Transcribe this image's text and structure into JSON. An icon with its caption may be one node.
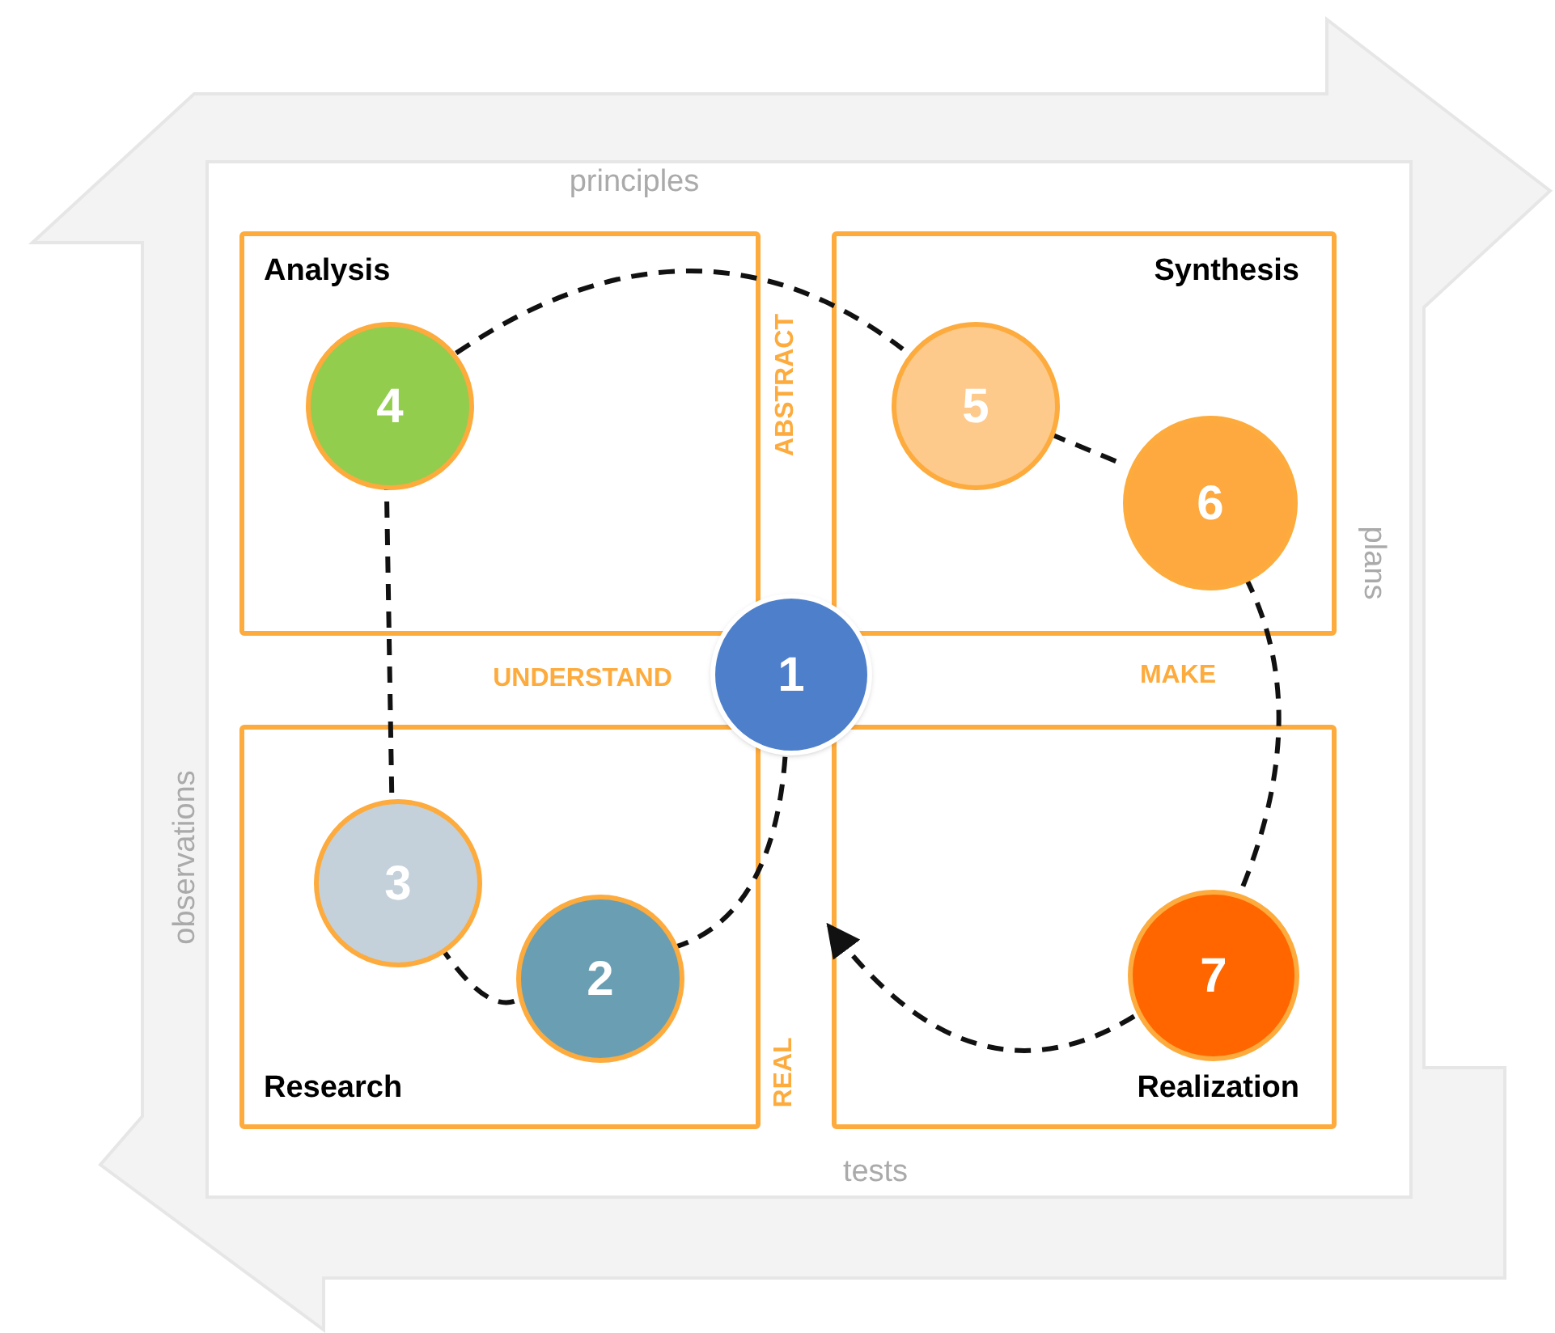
{
  "diagram": {
    "nodes": [
      {
        "text": [
          "Analysis"
        ]
      },
      {
        "text": [
          "4"
        ],
        "in": 0
      },
      {
        "text": [
          "Synthesis"
        ]
      },
      {
        "text": [
          "5"
        ],
        "in": 2
      },
      {
        "text": [
          "6"
        ],
        "in": 2
      },
      {
        "text": [
          "Research"
        ]
      },
      {
        "text": [
          "3"
        ],
        "in": 5
      },
      {
        "text": [
          "2"
        ],
        "in": 5
      },
      {
        "text": [
          "Realization"
        ]
      },
      {
        "text": [
          "7"
        ],
        "in": 8
      },
      {
        "text": [
          "1"
        ]
      }
    ],
    "edges": [
      {
        "from": 10,
        "to": 7,
        "arrow": "none",
        "style": "dashed"
      },
      {
        "from": 7,
        "to": 6,
        "arrow": "none",
        "style": "dashed"
      },
      {
        "from": 6,
        "to": 1,
        "arrow": "none",
        "style": "dashed"
      },
      {
        "from": 1,
        "to": 3,
        "arrow": "none",
        "style": "dashed"
      },
      {
        "from": 3,
        "to": 4,
        "arrow": "none",
        "style": "dashed"
      },
      {
        "from": 4,
        "to": 9,
        "arrow": "none",
        "style": "dashed"
      },
      {
        "from": 9,
        "to": null,
        "arrow": "to",
        "style": "dashed"
      }
    ],
    "labels": [
      "principles",
      "ABSTRACT",
      "plans",
      "MAKE",
      "UNDERSTAND",
      "observations",
      "REAL",
      "tests"
    ]
  }
}
